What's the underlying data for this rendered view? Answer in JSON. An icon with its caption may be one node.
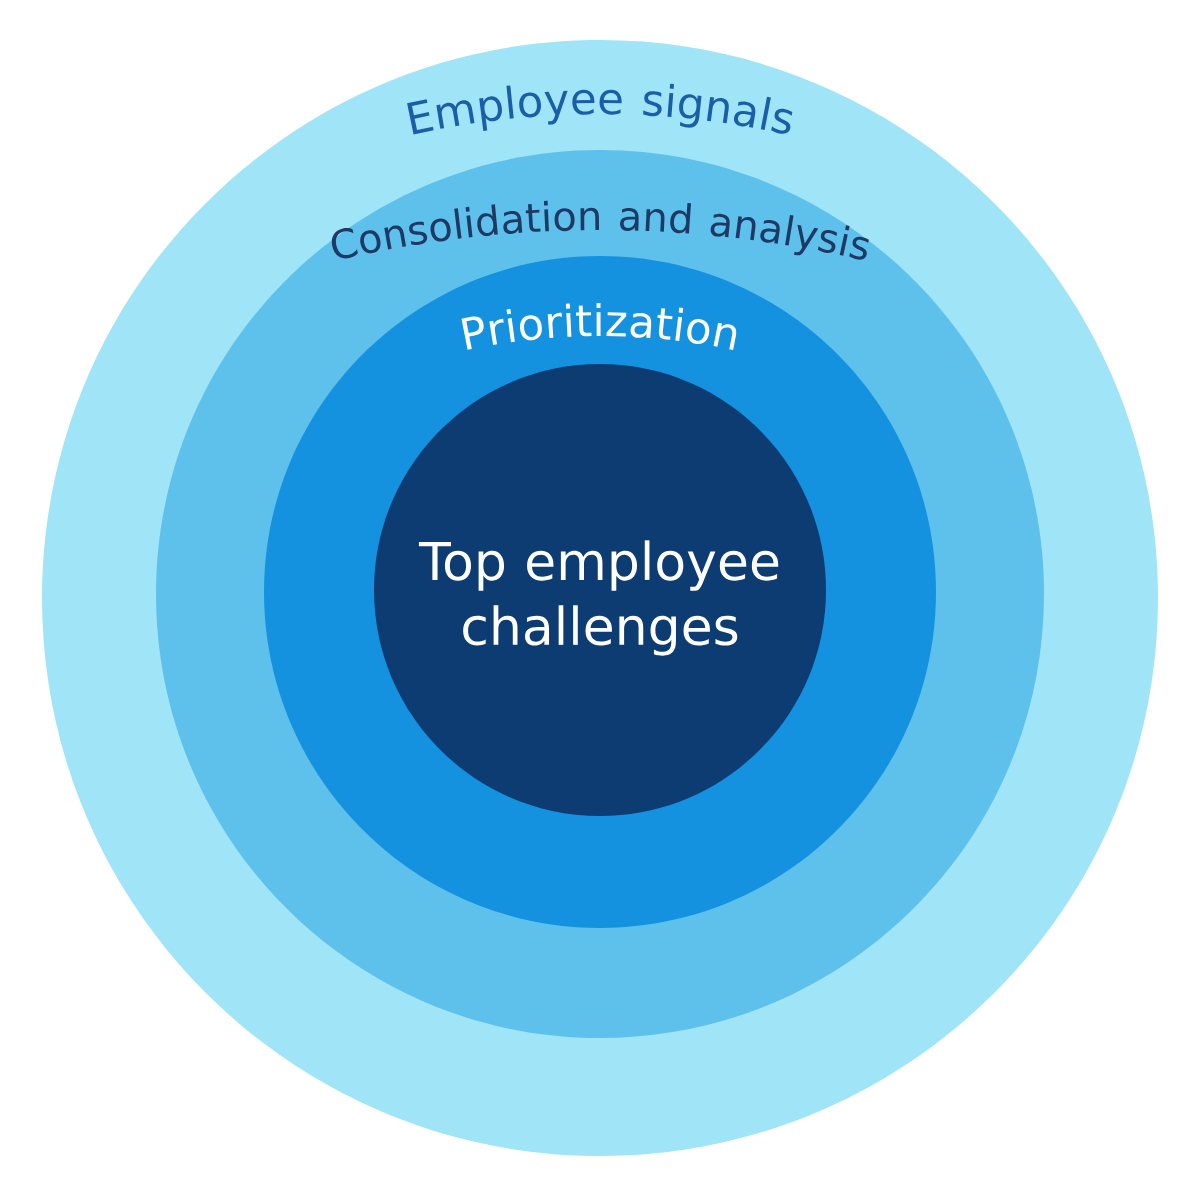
{
  "diagram": {
    "nodes": [
      {
        "text": [
          "Employee signals"
        ]
      },
      {
        "text": [
          "Consolidation and analysis"
        ],
        "in": 0
      },
      {
        "text": [
          "Prioritization"
        ],
        "in": 1
      },
      {
        "text": [
          "Top employee challenges"
        ],
        "in": 2
      }
    ]
  }
}
